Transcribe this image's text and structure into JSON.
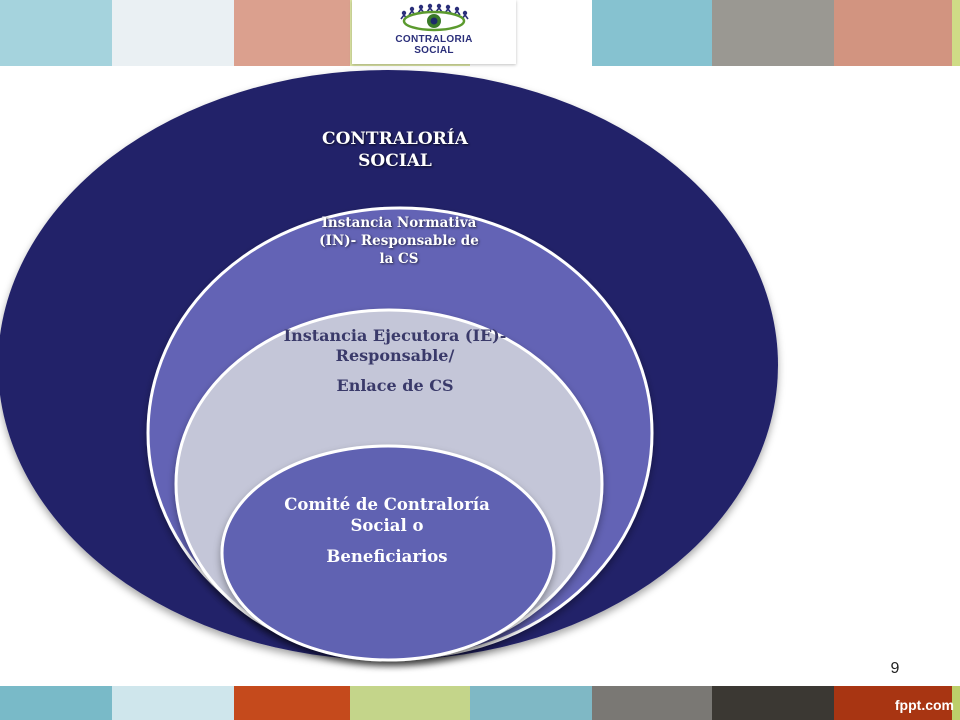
{
  "logo": {
    "line1": "CONTRALORIA",
    "line2": "SOCIAL",
    "icon": "people-eye-logo-icon"
  },
  "diagram": {
    "outer_label": "CONTRALORÍA SOCIAL",
    "level_in": "Instancia Normativa (IN)- Responsable de la CS",
    "level_ie_line1": "Instancia Ejecutora (IE)- Responsable/",
    "level_ie_line2": "Enlace de CS",
    "level_cs_line1": "Comité de Contraloría Social o",
    "level_cs_line2": "Beneficiarios"
  },
  "footer": {
    "page_number": "9",
    "brand": "fppt.com"
  },
  "colors": {
    "outer": "#232369",
    "level_in": "#6364b5",
    "level_ie": "#c4c6d8",
    "level_cs": "#6162b2",
    "top_band": [
      "#a5d3dd",
      "#eaf0f3",
      "#dba08e",
      "#dbe5a4",
      "#ffffff",
      "#86c2d0",
      "#9a9892",
      "#d29480",
      "#cfdc86"
    ],
    "bottom_band": [
      "#79bac8",
      "#cfe6ec",
      "#c54a1c",
      "#c4d58a",
      "#7fb8c5",
      "#7a7874",
      "#3b3833",
      "#a83512",
      "#bcce6a"
    ]
  }
}
